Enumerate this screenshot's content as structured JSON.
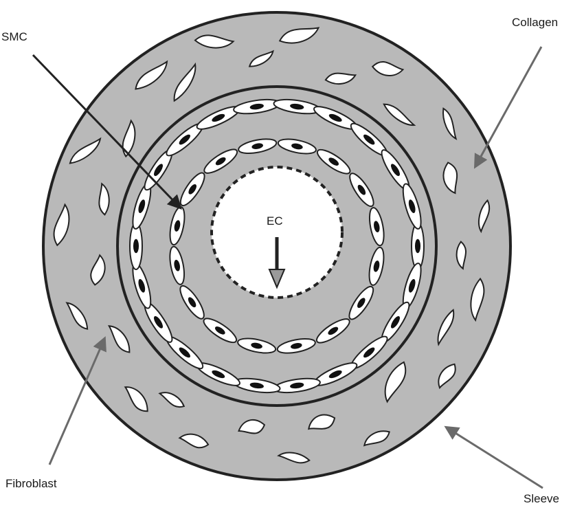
{
  "labels": {
    "smc": "SMC",
    "collagen": "Collagen",
    "ec": "EC",
    "fibroblast": "Fibroblast",
    "sleeve": "Sleeve"
  },
  "colors": {
    "tissue_fill": "#b9b9b9",
    "outline": "#222222",
    "cell_fill": "#ffffff",
    "nucleus": "#111111",
    "arrow_gray": "#6a6a6a",
    "lumen": "#ffffff"
  }
}
